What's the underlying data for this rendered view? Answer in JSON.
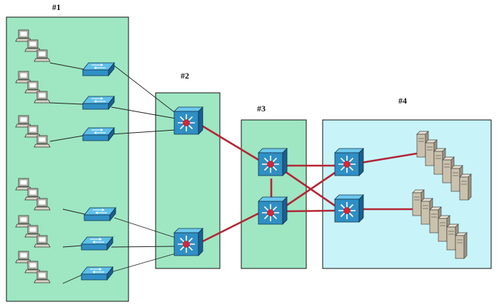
{
  "labels": {
    "block1": "#1",
    "block2": "#2",
    "block3": "#3",
    "block4": "#4"
  },
  "colors": {
    "block_green": "#9ee7c2",
    "block_blue": "#c8f4f9",
    "border": "#111111",
    "red_link": "#b32535",
    "thin_link": "#222222",
    "device_blue": "#2f8fc4",
    "device_dark": "#1c5f8f",
    "server": "#c9c0ae"
  },
  "icons": {
    "access_switch": "workgroup-switch-icon",
    "multilayer_switch": "multilayer-switch-icon",
    "pc": "pc-icon",
    "server": "server-icon"
  }
}
